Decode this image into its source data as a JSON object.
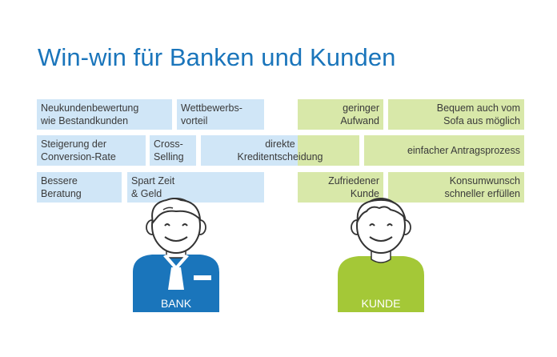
{
  "title": "Win-win für Banken und Kunden",
  "bank_boxes": [
    "Neukundenbewertung\nwie  Bestandkunden",
    "Wettbewerbs-\nvorteil",
    "Steigerung der\nConversion-Rate",
    "Cross-\nSelling",
    "Bessere Beratung",
    "Spart Zeit\n& Geld"
  ],
  "customer_boxes": [
    "geringer Aufwand",
    "Bequem auch vom\nSofa aus möglich",
    "einfacher Antragsprozess",
    "Zufriedener\nKunde",
    "Konsumwunsch\nschneller erfüllen"
  ],
  "shared_box": "direkte\nKreditentscheidung",
  "bank_label": "BANK",
  "customer_label": "KUNDE",
  "colors": {
    "title": "#1a75bb",
    "bank_box": "#d0e6f7",
    "customer_box": "#d8e8a9",
    "bank_figure": "#1a75bb",
    "customer_figure": "#a4c837"
  },
  "icons": [
    "bank-person-icon",
    "customer-person-icon"
  ]
}
